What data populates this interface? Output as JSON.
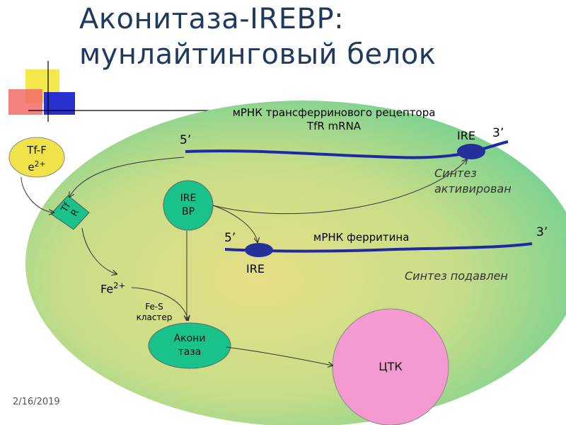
{
  "title": {
    "line1": "Аконитаза-IREBP:",
    "line2": "мунлайтинговый белок"
  },
  "mrna_tfr": {
    "label_line1": "мРНК трансферринового рецептора",
    "label_line2": "TfR mRNA",
    "five_prime": "5’",
    "three_prime": "3’",
    "ire_label": "IRE",
    "effect_line1": "Синтез",
    "effect_line2": "активирован"
  },
  "mrna_ferritin": {
    "label": "мРНК ферритина",
    "five_prime": "5’",
    "three_prime": "3’",
    "ire_label": "IRE",
    "effect": "Синтез подавлен"
  },
  "nodes": {
    "tf_fe": {
      "line1": "Tf-F",
      "line2": "e",
      "sup": "2+"
    },
    "tfr": {
      "line1": "Tf",
      "line2": "R"
    },
    "irebp": {
      "line1": "IRE",
      "line2": "BP"
    },
    "aconitase": {
      "line1": "Акони",
      "line2": "таза"
    },
    "tca": {
      "label": "ЦТК"
    }
  },
  "fe2": {
    "base": "Fe",
    "sup": "2+"
  },
  "fes_cluster": {
    "line1": "Fe-S",
    "line2": "кластер"
  },
  "date": "2/16/2019",
  "colors": {
    "cell_center": "#e3df86",
    "cell_edge": "#6fcf97",
    "node_fill": "#19c28a",
    "node_light": "#f0e34a",
    "mrna_line": "#1f2aa0",
    "ire_fill": "#26309a",
    "tca_fill": "#f59ad0",
    "title": "#1f3a5f"
  }
}
